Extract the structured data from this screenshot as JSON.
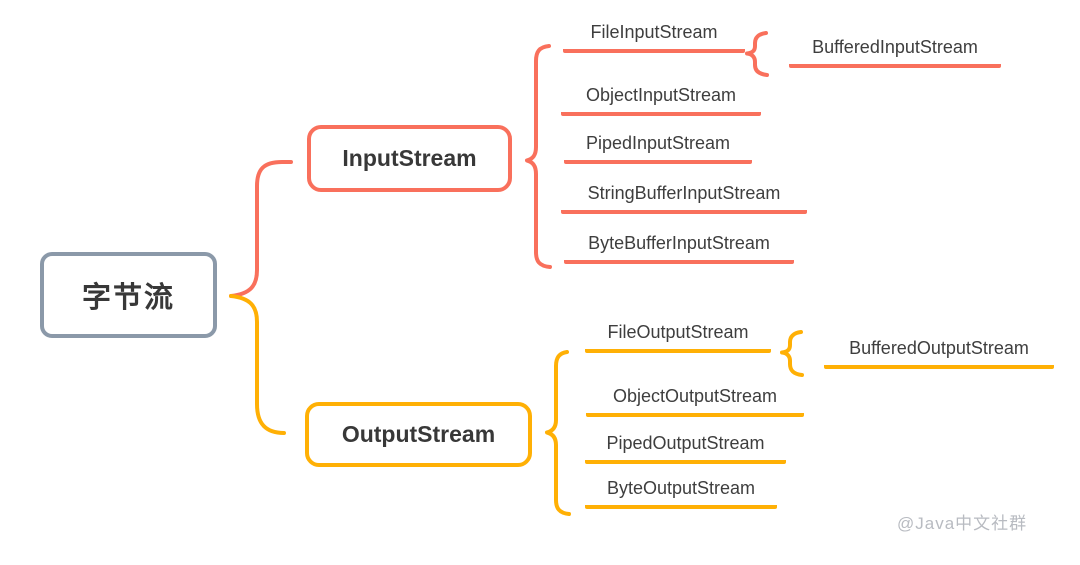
{
  "colors": {
    "red": "#f9705c",
    "yellow": "#ffb005",
    "root_border": "#8b99a9",
    "text": "#3e3e3e",
    "watermark": "#b8bbc1"
  },
  "root": {
    "label": "字节流"
  },
  "branches": {
    "input": {
      "label": "InputStream",
      "children": [
        {
          "label": "FileInputStream",
          "children": [
            {
              "label": "BufferedInputStream"
            }
          ]
        },
        {
          "label": "ObjectInputStream"
        },
        {
          "label": "PipedInputStream"
        },
        {
          "label": "StringBufferInputStream"
        },
        {
          "label": "ByteBufferInputStream"
        }
      ]
    },
    "output": {
      "label": "OutputStream",
      "children": [
        {
          "label": "FileOutputStream",
          "children": [
            {
              "label": "BufferedOutputStream"
            }
          ]
        },
        {
          "label": "ObjectOutputStream"
        },
        {
          "label": "PipedOutputStream"
        },
        {
          "label": "ByteOutputStream"
        }
      ]
    }
  },
  "watermark": {
    "text": "@Java中文社群"
  }
}
